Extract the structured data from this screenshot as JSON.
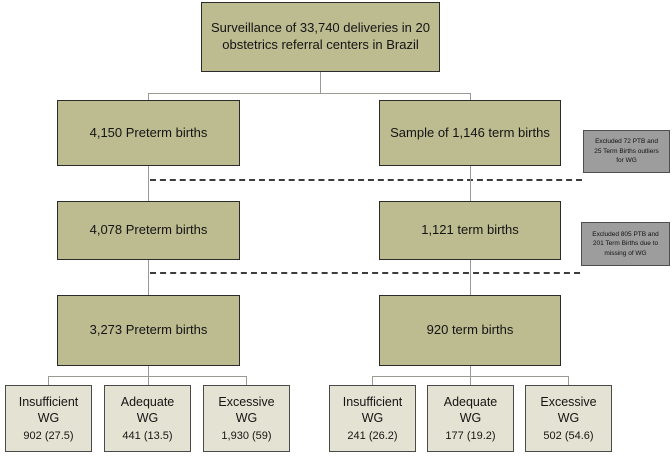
{
  "diagram": {
    "title_box": {
      "id": "surveillance",
      "text": "Surveillance of 33,740 deliveries in 20 obstetrics referral centers in Brazil"
    },
    "row2": [
      {
        "id": "preterm-4150",
        "text": "4,150 Preterm births"
      },
      {
        "id": "term-sample-1146",
        "text": "Sample of 1,146 term births"
      }
    ],
    "row3": [
      {
        "id": "preterm-4078",
        "text": "4,078 Preterm births"
      },
      {
        "id": "term-1121",
        "text": "1,121 term births"
      }
    ],
    "row4": [
      {
        "id": "preterm-3273",
        "text": "3,273 Preterm births"
      },
      {
        "id": "term-920",
        "text": "920 term births"
      }
    ],
    "exclusions": [
      {
        "id": "exclusion-outliers",
        "text": "Excluded 72 PTB and 25 Term Births outliers for WG"
      },
      {
        "id": "exclusion-missing",
        "text": "Excluded 805 PTB and 201 Term Births due to missing of WG"
      }
    ],
    "preterm_outcomes": [
      {
        "id": "preterm-insufficient",
        "label": "Insufficient\nWG",
        "value": "902 (27.5)"
      },
      {
        "id": "preterm-adequate",
        "label": "Adequate\nWG",
        "value": "441 (13.5)"
      },
      {
        "id": "preterm-excessive",
        "label": "Excessive\nWG",
        "value": "1,930 (59)"
      }
    ],
    "term_outcomes": [
      {
        "id": "term-insufficient",
        "label": "Insufficient\nWG",
        "value": "241 (26.2)"
      },
      {
        "id": "term-adequate",
        "label": "Adequate\nWG",
        "value": "177 (19.2)"
      },
      {
        "id": "term-excessive",
        "label": "Excessive\nWG",
        "value": "502 (54.6)"
      }
    ],
    "colors": {
      "node_fill": "#bdbb90",
      "outcome_fill": "#e4e3d3",
      "exclusion_fill": "#9d9d9d",
      "border": "#2e2e2e",
      "connector": "#9a9a92",
      "dashed_connector": "#3c3c3c",
      "background": "#ffffff"
    }
  }
}
